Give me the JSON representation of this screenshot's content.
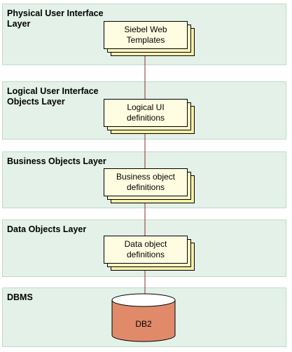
{
  "diagram": {
    "layers": [
      {
        "title": "Physical User Interface Layer",
        "box": "Siebel Web Templates"
      },
      {
        "title": "Logical User Interface Objects Layer",
        "box": "Logical UI definitions"
      },
      {
        "title": "Business Objects Layer",
        "box": "Business object definitions"
      },
      {
        "title": "Data Objects Layer",
        "box": "Data object definitions"
      },
      {
        "title": "DBMS",
        "box": "DB2"
      }
    ],
    "colors": {
      "layer_fill": "#e3f1e9",
      "box_fill": "#fffde1",
      "database_fill": "#e08a6a",
      "connector": "#8b2f2f"
    }
  }
}
